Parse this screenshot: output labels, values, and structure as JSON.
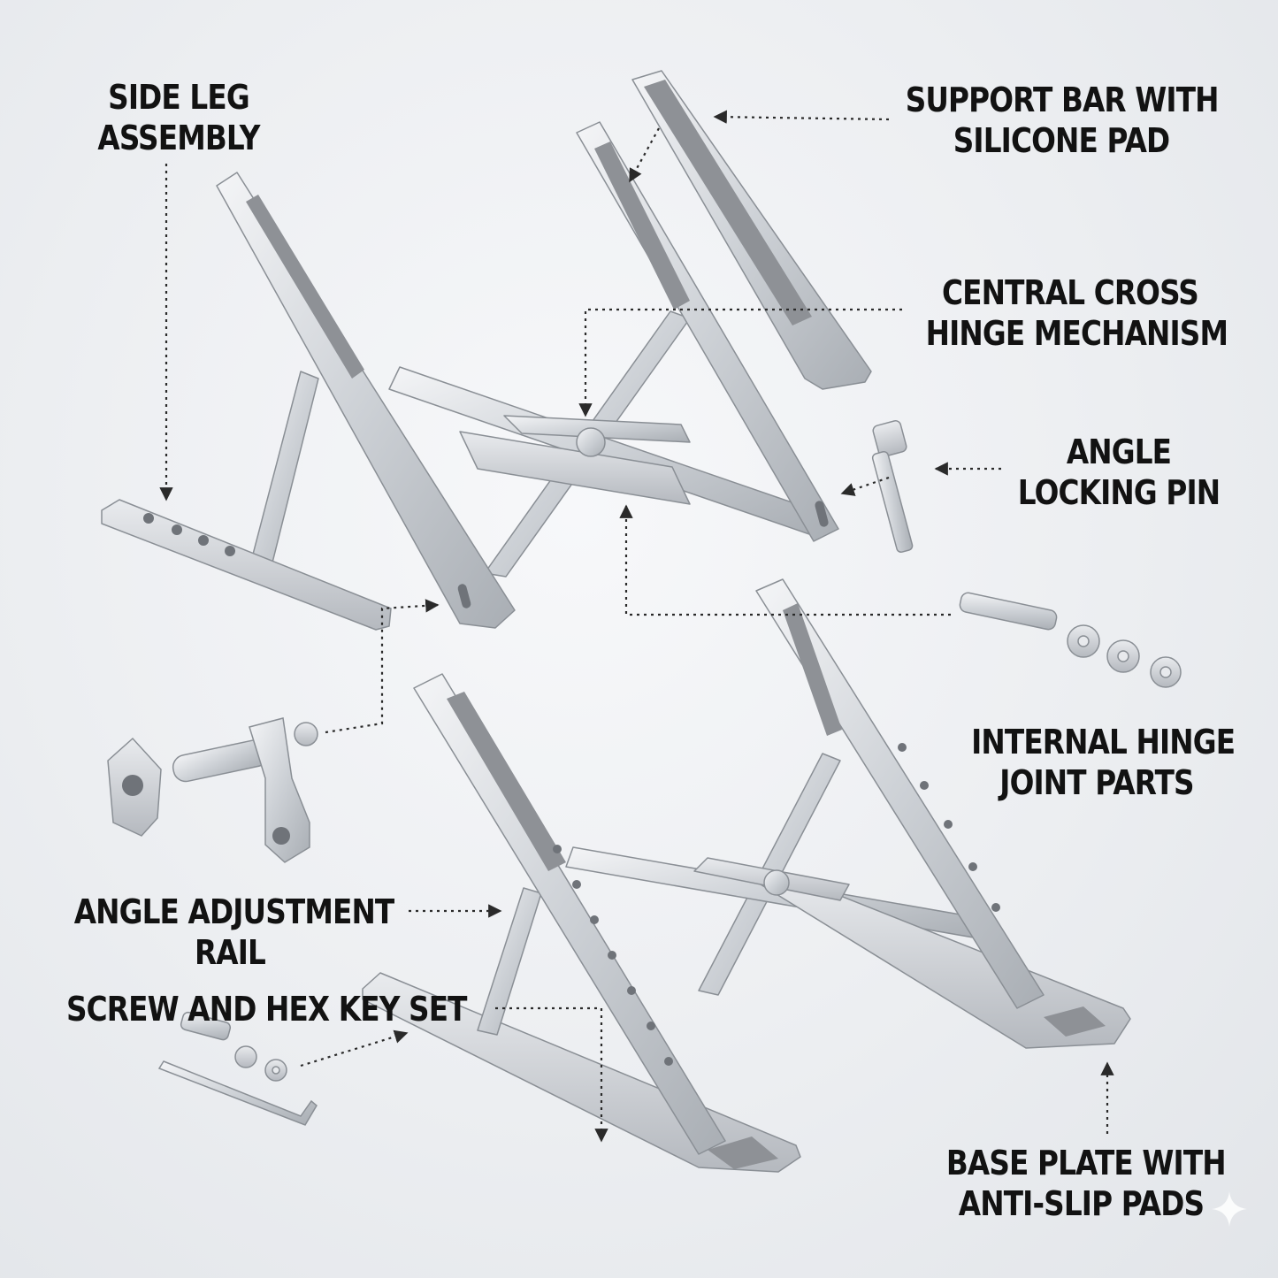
{
  "labels": {
    "side_leg": [
      "SIDE LEG",
      "ASSEMBLY"
    ],
    "support_bar": [
      "SUPPORT BAR WITH",
      "SILICONE PAD"
    ],
    "central_hinge": [
      "CENTRAL CROSS",
      "HINGE MECHANISM"
    ],
    "locking_pin": [
      "ANGLE",
      "LOCKING PIN"
    ],
    "internal_hinge": [
      "INTERNAL HINGE",
      "JOINT PARTS"
    ],
    "adjustment_rail": [
      "ANGLE ADJUSTMENT",
      "RAIL"
    ],
    "screw_set": [
      "SCREW AND HEX KEY SET"
    ],
    "base_plate": [
      "BASE PLATE WITH",
      "ANTI-SLIP PADS"
    ]
  },
  "colors": {
    "background": "#eceef1",
    "aluminum": "#cfd3d8",
    "pad": "#8e9196",
    "text": "#121212",
    "leader": "#2a2a2a"
  },
  "icons": [
    "sparkle-icon"
  ]
}
